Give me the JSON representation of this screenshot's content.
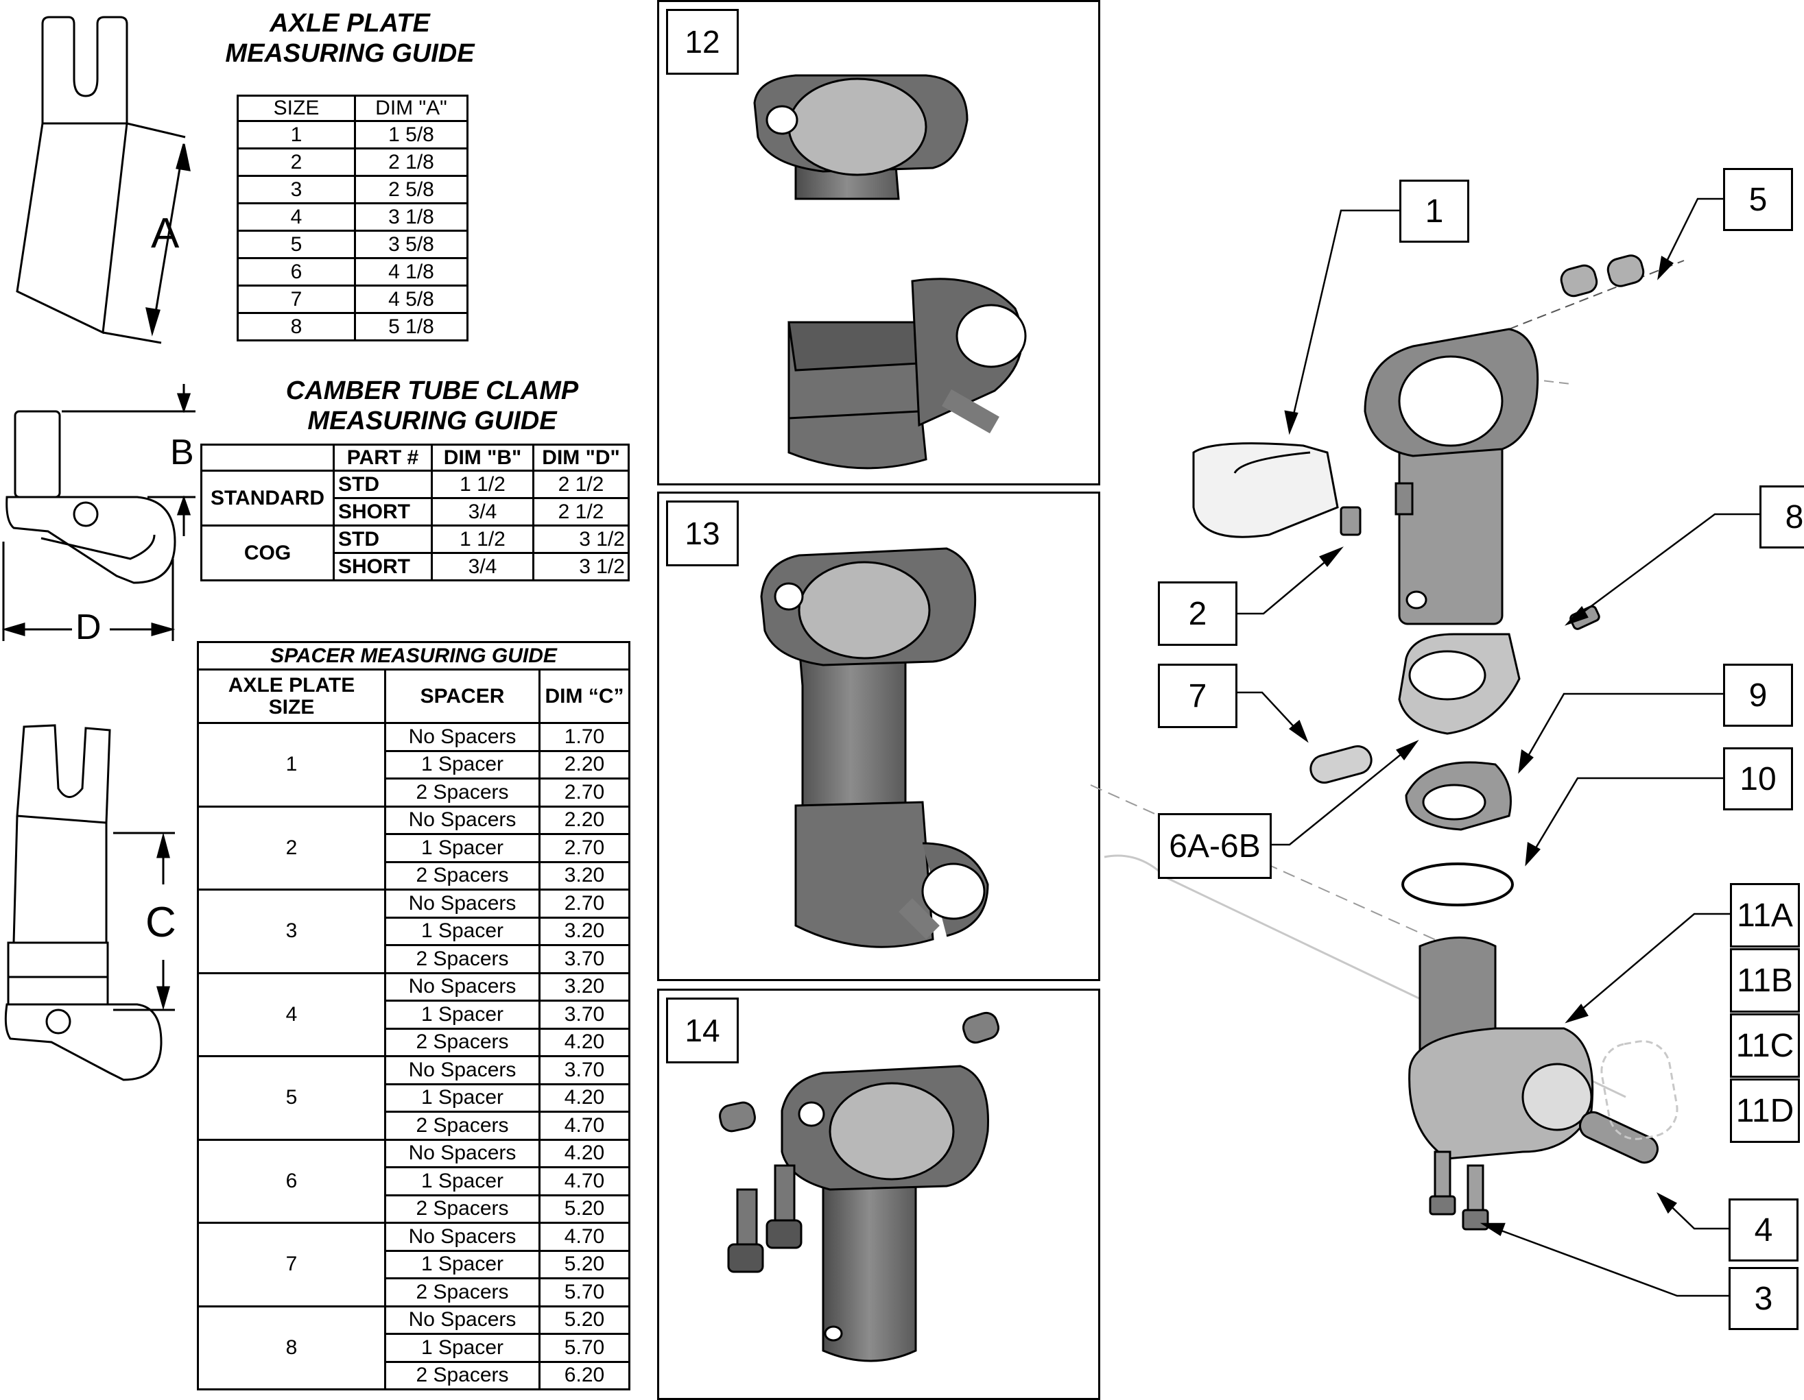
{
  "axle_guide": {
    "title_line1": "AXLE PLATE",
    "title_line2": "MEASURING GUIDE",
    "headers": [
      "SIZE",
      "DIM \"A\""
    ],
    "rows": [
      [
        "1",
        "1 5/8"
      ],
      [
        "2",
        "2 1/8"
      ],
      [
        "3",
        "2 5/8"
      ],
      [
        "4",
        "3 1/8"
      ],
      [
        "5",
        "3 5/8"
      ],
      [
        "6",
        "4 1/8"
      ],
      [
        "7",
        "4 5/8"
      ],
      [
        "8",
        "5 1/8"
      ]
    ]
  },
  "camber_guide": {
    "title_line1": "CAMBER  TUBE  CLAMP",
    "title_line2": "MEASURING GUIDE",
    "headers": [
      "",
      "PART #",
      "DIM \"B\"",
      "DIM \"D\""
    ],
    "groups": [
      {
        "name": "STANDARD",
        "rows": [
          [
            "STD",
            "1 1/2",
            "2 1/2"
          ],
          [
            "SHORT",
            "3/4",
            "2 1/2"
          ]
        ]
      },
      {
        "name": "COG",
        "rows": [
          [
            "STD",
            "1 1/2",
            "3 1/2"
          ],
          [
            "SHORT",
            "3/4",
            "3 1/2"
          ]
        ]
      }
    ]
  },
  "spacer_guide": {
    "title": "SPACER MEASURING GUIDE",
    "headers": [
      "AXLE PLATE SIZE",
      "SPACER",
      "DIM “C”"
    ],
    "groups": [
      {
        "size": "1",
        "rows": [
          [
            "No Spacers",
            "1.70"
          ],
          [
            "1 Spacer",
            "2.20"
          ],
          [
            "2 Spacers",
            "2.70"
          ]
        ]
      },
      {
        "size": "2",
        "rows": [
          [
            "No Spacers",
            "2.20"
          ],
          [
            "1 Spacer",
            "2.70"
          ],
          [
            "2 Spacers",
            "3.20"
          ]
        ]
      },
      {
        "size": "3",
        "rows": [
          [
            "No Spacers",
            "2.70"
          ],
          [
            "1 Spacer",
            "3.20"
          ],
          [
            "2 Spacers",
            "3.70"
          ]
        ]
      },
      {
        "size": "4",
        "rows": [
          [
            "No Spacers",
            "3.20"
          ],
          [
            "1 Spacer",
            "3.70"
          ],
          [
            "2 Spacers",
            "4.20"
          ]
        ]
      },
      {
        "size": "5",
        "rows": [
          [
            "No Spacers",
            "3.70"
          ],
          [
            "1 Spacer",
            "4.20"
          ],
          [
            "2 Spacers",
            "4.70"
          ]
        ]
      },
      {
        "size": "6",
        "rows": [
          [
            "No Spacers",
            "4.20"
          ],
          [
            "1 Spacer",
            "4.70"
          ],
          [
            "2 Spacers",
            "5.20"
          ]
        ]
      },
      {
        "size": "7",
        "rows": [
          [
            "No Spacers",
            "4.70"
          ],
          [
            "1 Spacer",
            "5.20"
          ],
          [
            "2 Spacers",
            "5.70"
          ]
        ]
      },
      {
        "size": "8",
        "rows": [
          [
            "No Spacers",
            "5.20"
          ],
          [
            "1 Spacer",
            "5.70"
          ],
          [
            "2 Spacers",
            "6.20"
          ]
        ]
      }
    ]
  },
  "dim_letters": {
    "a": "A",
    "b": "B",
    "c": "C",
    "d": "D"
  },
  "panels": {
    "p12": "12",
    "p13": "13",
    "p14": "14"
  },
  "callouts": {
    "c1": "1",
    "c2": "2",
    "c3": "3",
    "c4": "4",
    "c5": "5",
    "c6": "6A-6B",
    "c7": "7",
    "c8": "8",
    "c9": "9",
    "c10": "10",
    "c11a": "11A",
    "c11b": "11B",
    "c11c": "11C",
    "c11d": "11D"
  },
  "colors": {
    "part_dark": "#5e5e5e",
    "part_mid": "#808080",
    "part_light": "#a8a8a8",
    "ghost": "#c8c8c8"
  }
}
